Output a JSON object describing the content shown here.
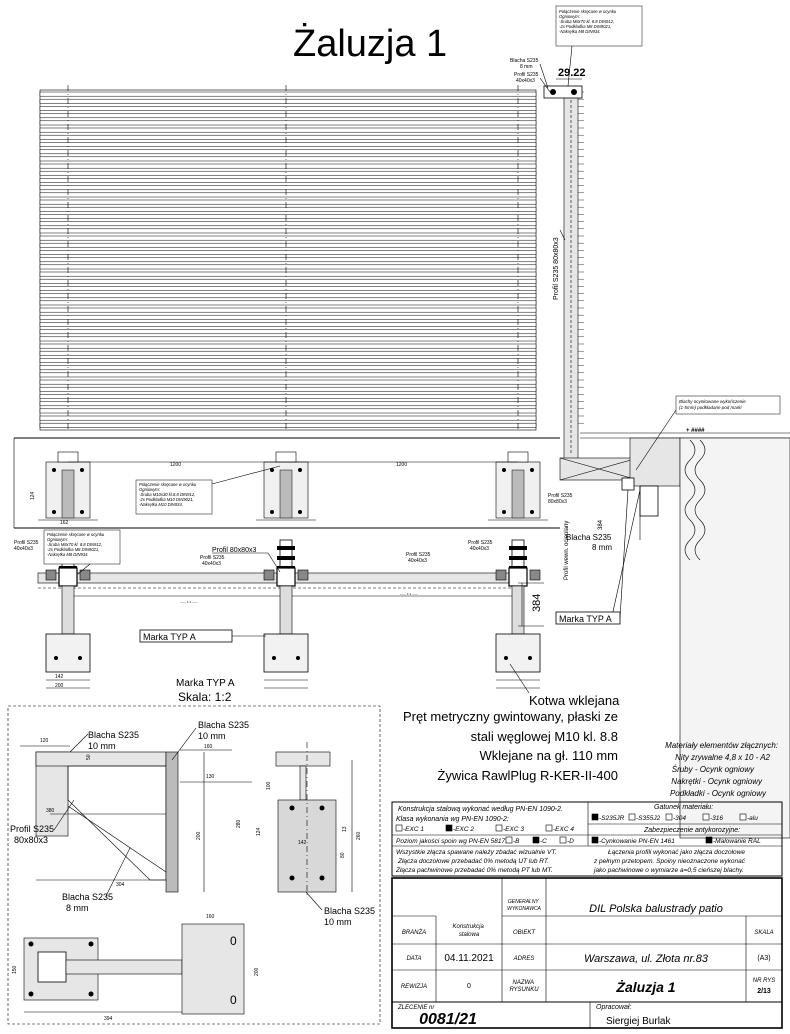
{
  "title": "Żaluzja 1",
  "elevation": {
    "dim_top": "29.22",
    "lbl_blacha_top": [
      "Blacha S235",
      "8 mm"
    ],
    "lbl_profil_40": [
      "Profil S235",
      "40x40x3"
    ],
    "lbl_profil_vertical": "Profil S235 80x80x3",
    "note_top": [
      "Połączenie skręcane w ocynku",
      "Ogniowym:",
      "-Śruba M8x70 kl. 8.8 DIN912,",
      "-2x Podkładka M8 DIN9021,",
      "-Nakrętka M8 DIN934."
    ],
    "note_blachy": [
      "Blachy ocynkowane wykończenie",
      "(1-5mm) podkładane pod marki"
    ],
    "dim_1200_a": "1200",
    "dim_1200_b": "1200",
    "dim_162": "162",
    "dim_124": "124",
    "note_mid": [
      "Połączenie skręcane w ocynku",
      "Ogniowym:",
      "-Śruba M10x30 kl.8.8 DIN912,",
      "-2x Podkładka M10 DIN9021,",
      "-Nakrętka M10 DIN934."
    ],
    "lbl_profil_s235_8080": [
      "Profil S235",
      "80x80x3"
    ],
    "lbl_profil_wewn": "Profil wewn. ocieplany",
    "lbl_blacha_8mm": [
      "Blacha S235",
      "8 mm"
    ],
    "dim_384": "384"
  },
  "plan": {
    "note": [
      "Połączenie skręcane w ocynku",
      "Ogniowym:",
      "-Śruba M8x70 kl. 8.8 DIN912,",
      "-2x Podkładka M8 DIN9021,",
      "-Nakrętka M8 DIN934."
    ],
    "lbl_profil_40_left": [
      "Profil S235",
      "40x40x3"
    ],
    "lbl_profil_8080": "Profil 80x80x3",
    "lbl_profil_40_mid": [
      "Profil S235",
      "40x40x3"
    ],
    "lbl_profil_40_mid2": [
      "Profil S235",
      "40x40x3"
    ],
    "lbl_profil_40_right": [
      "Profil S235",
      "40x40x3"
    ],
    "dim_384": "384",
    "marka_left": "Marka TYP A",
    "marka_right": "Marka TYP A",
    "dim_142": "142",
    "dim_200": "200"
  },
  "detail": {
    "title": "Marka TYP A",
    "scale": "Skala: 1:2",
    "lbl_blacha_10_left": [
      "Blacha S235",
      "10 mm"
    ],
    "lbl_blacha_10_top": [
      "Blacha S235",
      "10 mm"
    ],
    "lbl_profil": [
      "Profil S235",
      "80x80x3"
    ],
    "lbl_blacha_8": [
      "Blacha S235",
      "8 mm"
    ],
    "lbl_blacha_10_bottom": [
      "Blacha S235",
      "10 mm"
    ],
    "dims": {
      "d120": "120",
      "d50": "50",
      "d160": "160",
      "d130": "130",
      "d380": "380",
      "d304": "304",
      "d200": "200",
      "d100": "100",
      "d280": "280",
      "d124": "124",
      "d142": "142",
      "d13": "13",
      "d80": "80",
      "d260": "260",
      "d394": "394",
      "d150": "150",
      "d200b": "200",
      "d160b": "160"
    }
  },
  "kotwa": {
    "title": "Kotwa wklejana",
    "lines": [
      "Pręt metryczny gwintowany, płaski ze",
      "stali węglowej M10 kl. 8.8",
      "Wklejane na gł. 110 mm",
      "Żywica RawlPlug R-KER-II-400"
    ]
  },
  "materials": {
    "title": "Materiały elementów złącznych:",
    "lines": [
      "Nity zrywalne 4,8 x 10 - A2",
      "Śruby - Ocynk ogniowy",
      "Nakrętki - Ocynk ogniowy",
      "Podkładki - Ocynk ogniowy"
    ]
  },
  "spec": {
    "line1": "Konstrukcja stalową wykonać według PN-EN 1090-2.",
    "line2": "Klasa wykonania wg PN-EN 1090-2:",
    "exc": [
      "-EXC 1",
      "-EXC 2",
      "-EXC 3",
      "-EXC 4"
    ],
    "exc_selected": 1,
    "gatunek_title": "Gatunek materiału:",
    "gatunek": [
      "-S235JR",
      "-S355J2",
      "-304",
      "-316",
      "-alu"
    ],
    "gatunek_selected": 0,
    "zabezp_title": "Zabezpieczenie antykorozyjne:",
    "zabezp": [
      "-Cynkowanie PN-EN 1461",
      "-Malowanie RAL"
    ],
    "poziom": "Poziom jakości spoin wg PN-EN 5817:",
    "poziom_opts": [
      "-B",
      "-C",
      "-D"
    ],
    "poziom_selected": 1,
    "notes_left": [
      "Wszystkie złącza spawane należy zbadać wizualnie VT.",
      "Złącza doczołowe przebadać 0% metodą UT lub RT.",
      "Złącza pachwinowe przebadać 0% metodą PT lub MT."
    ],
    "notes_right": [
      "Łączenia profili wykonać jako złącza doczołowe",
      "z pełnym przetopem. Spoiny nieoznaczone wykonać",
      "jako pachwinowe o wymiarze a=0,5 cieńszej blachy."
    ]
  },
  "titleblock": {
    "gen_label": [
      "GENERALNY",
      "WYKONAWCA"
    ],
    "gen_value": "DIL Polska balustrady patio",
    "branza_label": "BRANŻA",
    "konstrukcja_label": [
      "Konstrukcja",
      "stalowa"
    ],
    "obiekt_label": "OBIEKT",
    "skala_label": "SKALA",
    "data_label": "DATA",
    "data_value": "04.11.2021",
    "adres_label": "ADRES",
    "adres_value": "Warszawa, ul. Złota nr.83",
    "skala_value": "(A3)",
    "rewizja_label": "REWIZJA",
    "rewizja_value": "0",
    "nazwa_label": [
      "NAZWA",
      "RYSUNKU"
    ],
    "nazwa_value": "Żaluzja 1",
    "nrrys_label": "NR RYS",
    "nrrys_value": "2/13",
    "zlecenie_label": "ZLECENIE nr",
    "zlecenie_value": "0081/21",
    "opracowal_label": "Opracował:",
    "opracowal_value": "Siergiej Burlak"
  }
}
